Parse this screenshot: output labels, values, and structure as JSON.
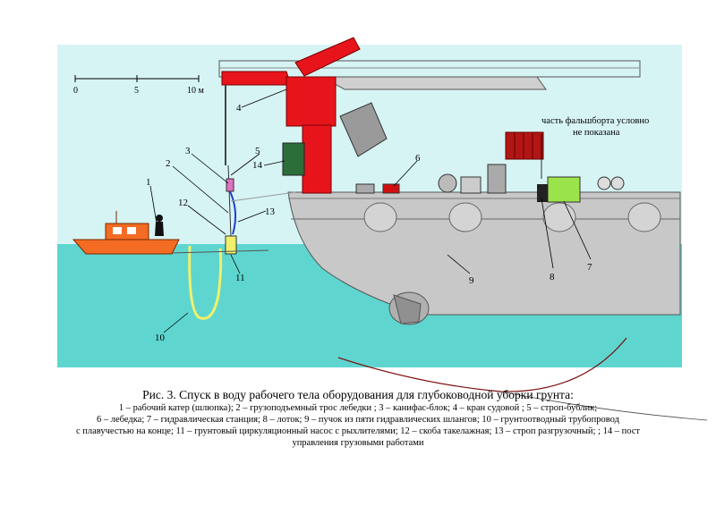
{
  "scale": {
    "ticks": [
      "0",
      "5",
      "10 м"
    ]
  },
  "note": {
    "line1": "часть фальшборта условно",
    "line2": "не показана"
  },
  "labels": [
    "1",
    "2",
    "3",
    "4",
    "5",
    "6",
    "7",
    "8",
    "9",
    "10",
    "11",
    "12",
    "13",
    "14"
  ],
  "caption": {
    "title": "Рис. 3. Спуск в воду рабочего тела оборудования для глубоководной уборки грунта:",
    "lines": [
      "1 – рабочий катер (шлюпка); 2 – грузоподъемный трос лебедки ; 3 – канифас-блок; 4 – кран судовой ; 5 – строп-бублик;",
      "6 – лебедка; 7 – гидравлическая станция; 8 – лоток; 9 – пучок из пяти гидравлических шлангов; 10 – грунтоотводный трубопровод",
      "с плавучестью на конце;  11 – грунтовый циркуляционный насос с рыхлителями; 12 – скоба такелажная; 13 – строп разгрузочный; ; 14 – пост",
      "управления грузовыми работами"
    ]
  },
  "colors": {
    "sky": "#d7f4f4",
    "water": "#5ed6cf",
    "crane": "#e8141b",
    "hull": "#c8c8c8",
    "boat": "#f46b24",
    "hose": "#f2f06a"
  }
}
